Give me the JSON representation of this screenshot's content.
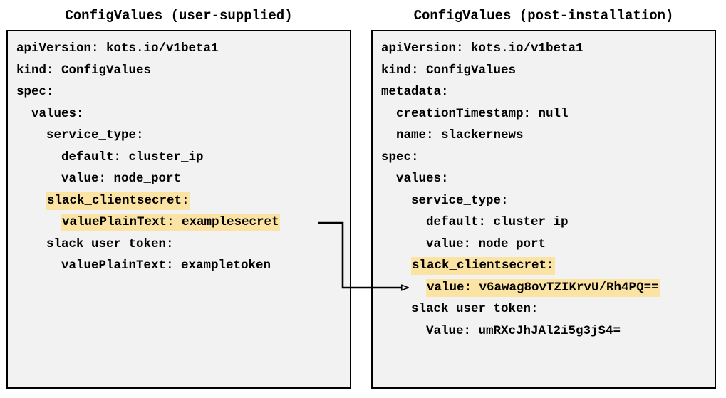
{
  "panels": {
    "left": {
      "title": "ConfigValues (user-supplied)",
      "lines": [
        {
          "text": "apiVersion: kots.io/v1beta1",
          "highlight": false
        },
        {
          "text": "kind: ConfigValues",
          "highlight": false
        },
        {
          "text": "spec:",
          "highlight": false
        },
        {
          "text": "  values:",
          "highlight": false
        },
        {
          "text": "    service_type:",
          "highlight": false
        },
        {
          "text": "      default: cluster_ip",
          "highlight": false
        },
        {
          "text": "      value: node_port",
          "highlight": false
        },
        {
          "text": "    slack_clientsecret:",
          "highlight": true,
          "indent": 4
        },
        {
          "text": "      valuePlainText: examplesecret",
          "highlight": true,
          "indent": 6
        },
        {
          "text": "    slack_user_token:",
          "highlight": false
        },
        {
          "text": "      valuePlainText: exampletoken",
          "highlight": false
        }
      ]
    },
    "right": {
      "title": "ConfigValues (post-installation)",
      "lines": [
        {
          "text": "apiVersion: kots.io/v1beta1",
          "highlight": false
        },
        {
          "text": "kind: ConfigValues",
          "highlight": false
        },
        {
          "text": "metadata:",
          "highlight": false
        },
        {
          "text": "  creationTimestamp: null",
          "highlight": false
        },
        {
          "text": "  name: slackernews",
          "highlight": false
        },
        {
          "text": "spec:",
          "highlight": false
        },
        {
          "text": "  values:",
          "highlight": false
        },
        {
          "text": "    service_type:",
          "highlight": false
        },
        {
          "text": "      default: cluster_ip",
          "highlight": false
        },
        {
          "text": "      value: node_port",
          "highlight": false
        },
        {
          "text": "    slack_clientsecret:",
          "highlight": true,
          "indent": 4
        },
        {
          "text": "      value: v6awag8ovTZIKrvU/Rh4PQ==",
          "highlight": true,
          "indent": 6
        },
        {
          "text": "    slack_user_token:",
          "highlight": false
        },
        {
          "text": "      Value: umRXcJhJAl2i5g3jS4=",
          "highlight": false
        }
      ]
    }
  },
  "connector": {
    "label": "",
    "from": "left.valuePlainText: examplesecret",
    "to": "right.value: v6awag8ovTZIKrvU/Rh4PQ=="
  },
  "colors": {
    "highlight": "#fbe3a3",
    "panel_background": "#f2f2f2",
    "border": "#000000",
    "text": "#000000",
    "page_background": "#ffffff"
  }
}
